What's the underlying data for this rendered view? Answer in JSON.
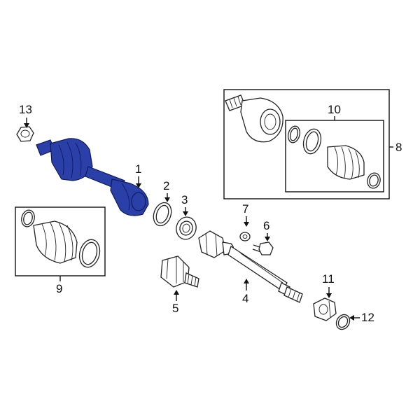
{
  "callouts": {
    "c1": "1",
    "c2": "2",
    "c3": "3",
    "c4": "4",
    "c5": "5",
    "c6": "6",
    "c7": "7",
    "c8": "8",
    "c9": "9",
    "c10": "10",
    "c11": "11",
    "c12": "12",
    "c13": "13"
  },
  "colors": {
    "highlight": "#2b3fa8",
    "line": "#111111",
    "background": "#ffffff"
  }
}
